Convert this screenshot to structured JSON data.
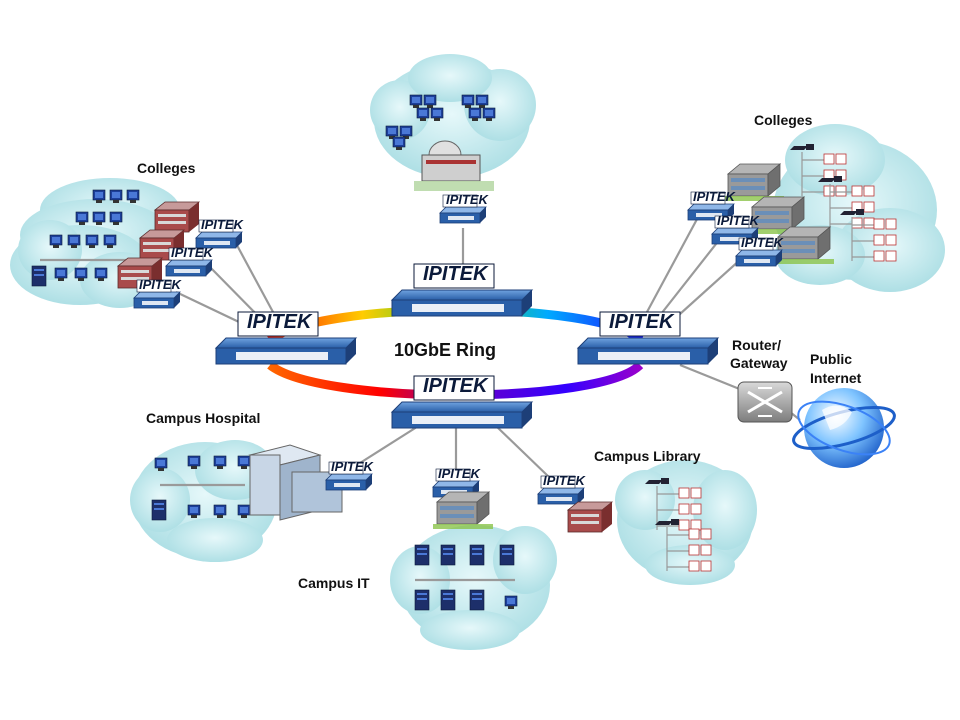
{
  "brand": "IPITEK",
  "ring": {
    "label": "10GbE Ring"
  },
  "sites": {
    "colleges_left": "Colleges",
    "colleges_right": "Colleges",
    "hospital": "Campus Hospital",
    "it": "Campus IT",
    "library": "Campus Library"
  },
  "gateway": {
    "line1": "Router/",
    "line2": "Gateway"
  },
  "internet": {
    "line1": "Public",
    "line2": "Internet"
  },
  "colors": {
    "cloud": "#bfe6ea",
    "switch_body": "#2a5fa8",
    "switch_front": "#1d3f78",
    "brand_plate": "#ffffff"
  }
}
